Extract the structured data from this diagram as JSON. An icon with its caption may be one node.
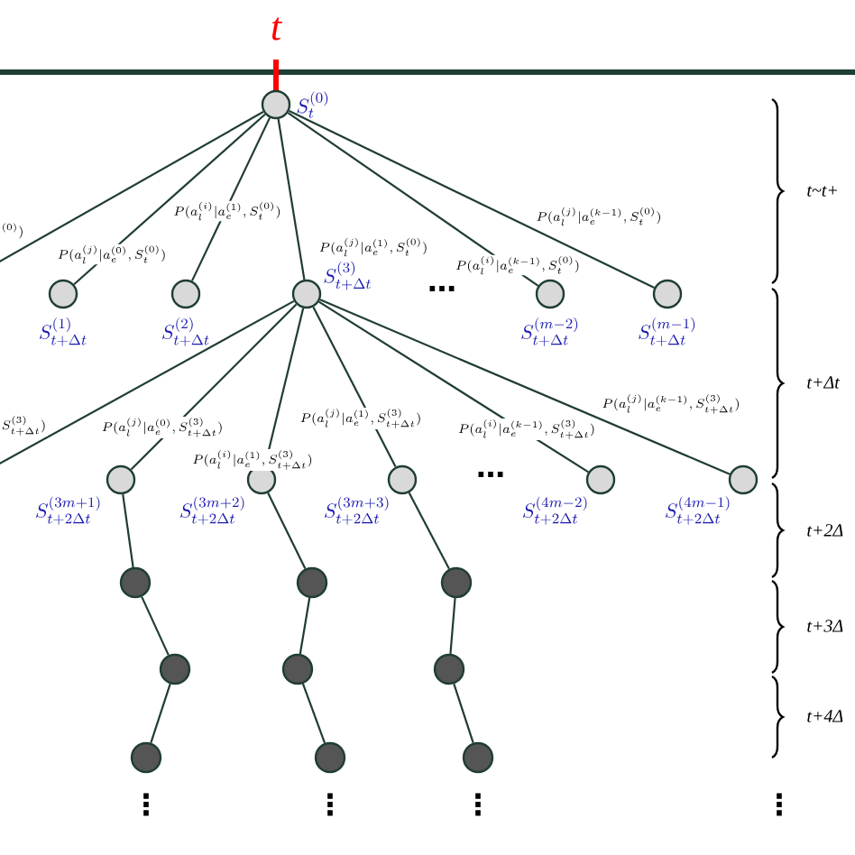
{
  "diagram": {
    "nodes": [
      {
        "text": [],
        "shape": "circle",
        "beside": [
          "S_{t}^{(0)}"
        ]
      },
      {
        "text": [],
        "shape": "circle",
        "beside": [
          "S_{t+\\Delta t}^{(1)}"
        ]
      },
      {
        "text": [],
        "shape": "circle",
        "beside": [
          "S_{t+\\Delta t}^{(2)}"
        ]
      },
      {
        "text": [],
        "shape": "circle",
        "beside": [
          "S_{t+\\Delta t}^{(3)}"
        ]
      },
      {
        "text": [],
        "shape": "circle",
        "beside": [
          "S_{t+\\Delta t}^{(m-2)}"
        ]
      },
      {
        "text": [],
        "shape": "circle",
        "beside": [
          "S_{t+\\Delta t}^{(m-1)}"
        ]
      },
      {
        "text": [],
        "shape": "circle",
        "beside": [
          "S_{t+2\\Delta t}^{(3m+1)}"
        ]
      },
      {
        "text": [],
        "shape": "circle",
        "beside": [
          "S_{t+2\\Delta t}^{(3m+2)}"
        ]
      },
      {
        "text": [],
        "shape": "circle",
        "beside": [
          "S_{t+2\\Delta t}^{(3m+3)}"
        ]
      },
      {
        "text": [],
        "shape": "circle",
        "beside": [
          "S_{t+2\\Delta t}^{(4m-2)}"
        ]
      },
      {
        "text": [],
        "shape": "circle",
        "beside": [
          "S_{t+2\\Delta t}^{(4m-1)}"
        ]
      },
      {
        "text": [],
        "shape": "circle"
      },
      {
        "text": [],
        "shape": "circle"
      },
      {
        "text": [],
        "shape": "circle",
        "beside": [
          "⋮"
        ]
      },
      {
        "text": [],
        "shape": "circle"
      },
      {
        "text": [],
        "shape": "circle"
      },
      {
        "text": [],
        "shape": "circle",
        "beside": [
          "⋮"
        ]
      },
      {
        "text": [],
        "shape": "circle"
      },
      {
        "text": [],
        "shape": "circle"
      },
      {
        "text": [],
        "shape": "circle",
        "beside": [
          "⋮"
        ]
      }
    ],
    "edges": [
      {
        "from": 0,
        "to": null,
        "arrow": "none",
        "label": "{}^{(0)})"
      },
      {
        "from": 0,
        "to": 1,
        "arrow": "none",
        "label": "P(a_l^{(j)}|a_e^{(0)},S_t^{(0)})"
      },
      {
        "from": 0,
        "to": 2,
        "arrow": "none",
        "label": "P(a_l^{(i)}|a_e^{(1)},S_t^{(0)})"
      },
      {
        "from": 0,
        "to": 3,
        "arrow": "none",
        "label": "P(a_l^{(j)}|a_e^{(1)},S_t^{(0)})"
      },
      {
        "from": 0,
        "to": 4,
        "arrow": "none",
        "label": "P(a_l^{(i)}|a_e^{(k-1)},S_t^{(0)})"
      },
      {
        "from": 0,
        "to": 5,
        "arrow": "none",
        "label": "P(a_l^{(j)}|a_e^{(k-1)},S_t^{(0)})"
      },
      {
        "from": 3,
        "to": null,
        "arrow": "none",
        "label": "S^{(3)}_{t+\\Delta t})"
      },
      {
        "from": 3,
        "to": 6,
        "arrow": "none",
        "label": "P(a_l^{(j)}|a_e^{(0)},S^{(3)}_{t+\\Delta t})"
      },
      {
        "from": 3,
        "to": 7,
        "arrow": "none",
        "label": "P(a_l^{(i)}|a_e^{(1)},S^{(3)}_{t+\\Delta t})"
      },
      {
        "from": 3,
        "to": 8,
        "arrow": "none",
        "label": "P(a_l^{(j)}|a_e^{(1)},S^{(3)}_{t+\\Delta t})"
      },
      {
        "from": 3,
        "to": 9,
        "arrow": "none",
        "label": "P(a_l^{(i)}|a_e^{(k-1)},S^{(3)}_{t+\\Delta t})"
      },
      {
        "from": 3,
        "to": 10,
        "arrow": "none",
        "label": "P(a_l^{(j)}|a_e^{(k-1)},S^{(3)}_{t+\\Delta t})"
      },
      {
        "from": 6,
        "to": 11,
        "arrow": "none"
      },
      {
        "from": 11,
        "to": 12,
        "arrow": "none"
      },
      {
        "from": 12,
        "to": 13,
        "arrow": "none"
      },
      {
        "from": 7,
        "to": 14,
        "arrow": "none"
      },
      {
        "from": 14,
        "to": 15,
        "arrow": "none"
      },
      {
        "from": 15,
        "to": 16,
        "arrow": "none"
      },
      {
        "from": 8,
        "to": 17,
        "arrow": "none"
      },
      {
        "from": 17,
        "to": 18,
        "arrow": "none"
      },
      {
        "from": 18,
        "to": 19,
        "arrow": "none"
      }
    ],
    "labels": [
      "t",
      "t~t+",
      "⋯",
      "t+Δt",
      "⋯",
      "t+2Δ",
      "t+3Δ",
      "t+4Δ",
      "⋮"
    ]
  }
}
